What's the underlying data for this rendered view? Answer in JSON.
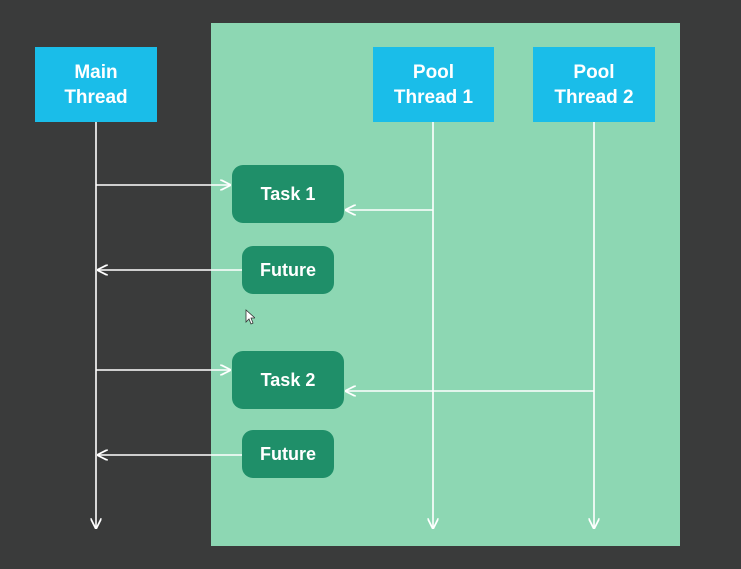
{
  "threads": {
    "main": {
      "line1": "Main",
      "line2": "Thread"
    },
    "pool1": {
      "line1": "Pool",
      "line2": "Thread 1"
    },
    "pool2": {
      "line1": "Pool",
      "line2": "Thread 2"
    }
  },
  "nodes": {
    "task1": "Task 1",
    "future1": "Future",
    "task2": "Task 2",
    "future2": "Future"
  },
  "colors": {
    "background": "#3a3b3b",
    "pool_area": "#8dd7b3",
    "thread_box": "#1abde9",
    "node": "#1f8f69",
    "line": "#ffffff"
  },
  "icons": {
    "cursor": "mouse-pointer-icon"
  }
}
